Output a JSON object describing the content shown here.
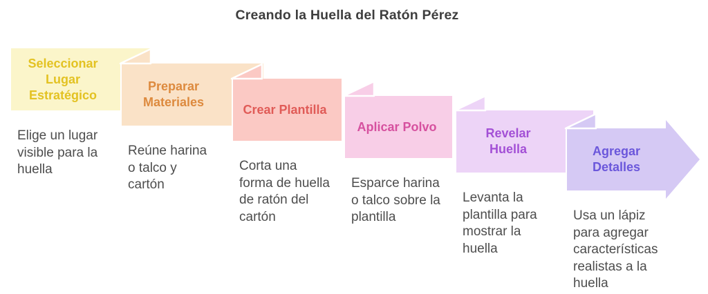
{
  "title": "Creando la Huella del Ratón Pérez",
  "text_color": "#4D4D4D",
  "title_color": "#3E3E3E",
  "steps": [
    {
      "label": "Seleccionar\nLugar\nEstratégico",
      "description": "Elige un lugar\nvisible para la\nhuella",
      "bg": "#FBF5CA",
      "label_color": "#E3C222"
    },
    {
      "label": "Preparar\nMateriales",
      "description": "Reúne harina\no talco y\ncartón",
      "bg": "#FAE2C7",
      "label_color": "#DD8A3E"
    },
    {
      "label": "Crear Plantilla",
      "description": "Corta una\nforma de huella\nde ratón del\ncartón",
      "bg": "#FBC9C4",
      "label_color": "#E05B57"
    },
    {
      "label": "Aplicar Polvo",
      "description": "Esparce harina\no talco sobre la\nplantilla",
      "bg": "#F8CEE7",
      "label_color": "#D6519F"
    },
    {
      "label": "Revelar\nHuella",
      "description": "Levanta la\nplantilla para\nmostrar la\nhuella",
      "bg": "#EDD4F7",
      "label_color": "#A350D6"
    },
    {
      "label": "Agregar\nDetalles",
      "description": "Usa un lápiz\npara agregar\ncaracterísticas\nrealistas a la\nhuella",
      "bg": "#D5C9F4",
      "label_color": "#6B57DB"
    }
  ]
}
